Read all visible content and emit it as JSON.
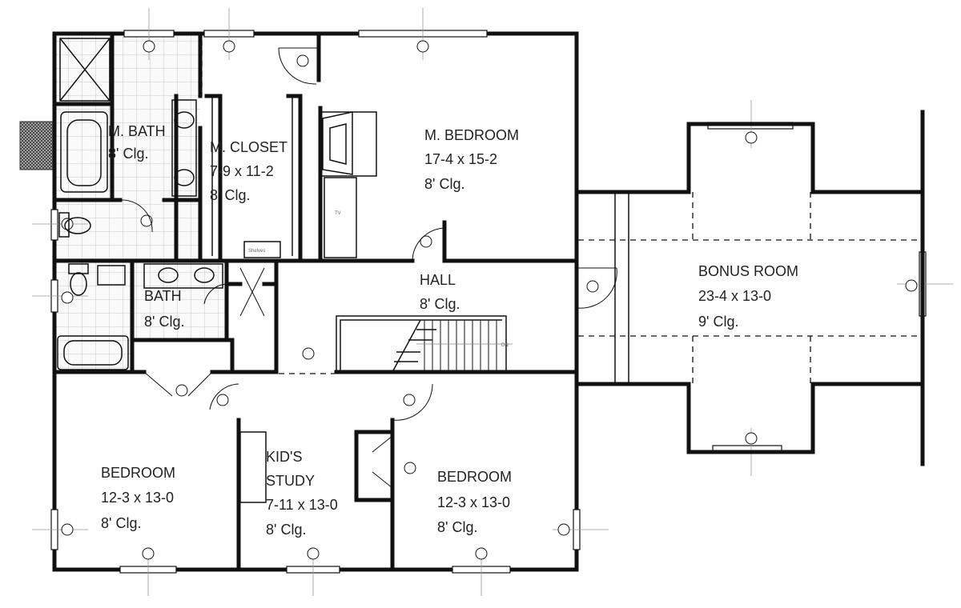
{
  "rooms": {
    "m_bath": {
      "name": "M. BATH",
      "ceiling": "8' Clg."
    },
    "m_closet": {
      "name": "M. CLOSET",
      "size": "7-9 x 11-2",
      "ceiling": "8' Clg."
    },
    "m_bedroom": {
      "name": "M. BEDROOM",
      "size": "17-4 x 15-2",
      "ceiling": "8' Clg."
    },
    "bath": {
      "name": "BATH",
      "ceiling": "8' Clg."
    },
    "hall": {
      "name": "HALL",
      "ceiling": "8' Clg."
    },
    "bonus_room": {
      "name": "BONUS ROOM",
      "size": "23-4  x 13-0",
      "ceiling": "9' Clg."
    },
    "bedroom_left": {
      "name": "BEDROOM",
      "size": "12-3 x 13-0",
      "ceiling": "8' Clg."
    },
    "kids_study": {
      "name_line1": "KID'S",
      "name_line2": "STUDY",
      "size": "7-11 x 13-0",
      "ceiling": "8' Clg."
    },
    "bedroom_right": {
      "name": "BEDROOM",
      "size": "12-3 x 13-0",
      "ceiling": "8' Clg."
    }
  },
  "small_labels": {
    "shelves": "Shelves",
    "tv": "TV",
    "stair_dn": "DN"
  },
  "colors": {
    "wall": "#111111",
    "tile_grid": "#cfcfcf",
    "chimney": "#555555"
  }
}
